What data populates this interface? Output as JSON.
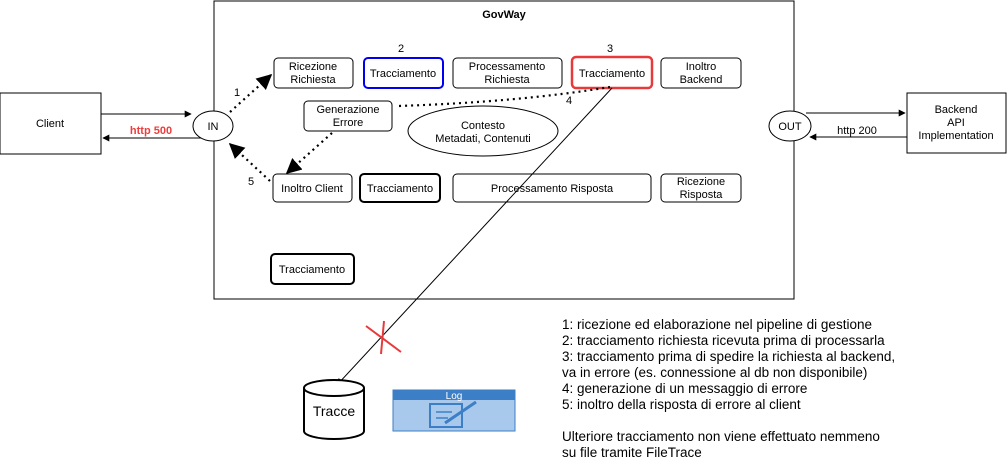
{
  "title": "GovWay",
  "client": "Client",
  "in_node": "IN",
  "out_node": "OUT",
  "backend": [
    "Backend",
    "API",
    "Implementation"
  ],
  "http_error": "http 500",
  "http_ok": "http 200",
  "request_pipeline": {
    "ricezione": [
      "Ricezione",
      "Richiesta"
    ],
    "tracciamento_1": "Tracciamento",
    "processamento": [
      "Processamento",
      "Richiesta"
    ],
    "tracciamento_2": "Tracciamento",
    "inoltro": [
      "Inoltro",
      "Backend"
    ]
  },
  "errore": [
    "Generazione",
    "Errore"
  ],
  "contesto": [
    "Contesto",
    "Metadati, Contenuti"
  ],
  "response_pipeline": {
    "inoltro_client": "Inoltro Client",
    "tracciamento": "Tracciamento",
    "processamento": "Processamento Risposta",
    "ricezione": [
      "Ricezione",
      "Risposta"
    ]
  },
  "tracciamento_extra": "Tracciamento",
  "step_numbers": [
    "1",
    "2",
    "3",
    "4",
    "5"
  ],
  "tracce": "Tracce",
  "log": "Log",
  "colors": {
    "blue": "#0000ee",
    "red": "#e83a3a",
    "http_error": "#f03c3c",
    "log_blue": "#3d7fc6",
    "log_light": "#a9c9ec"
  },
  "notes": [
    "1: ricezione ed elaborazione nel pipeline di gestione",
    "2: tracciamento richiesta ricevuta prima di processarla",
    "3: tracciamento prima di spedire la richiesta al backend,",
    "va in errore (es. connessione al db non disponibile)",
    "4: generazione di un messaggio di errore",
    "5: inoltro della risposta di errore al client",
    "",
    "Ulteriore tracciamento non viene effettuato nemmeno",
    "su file tramite FileTrace"
  ]
}
